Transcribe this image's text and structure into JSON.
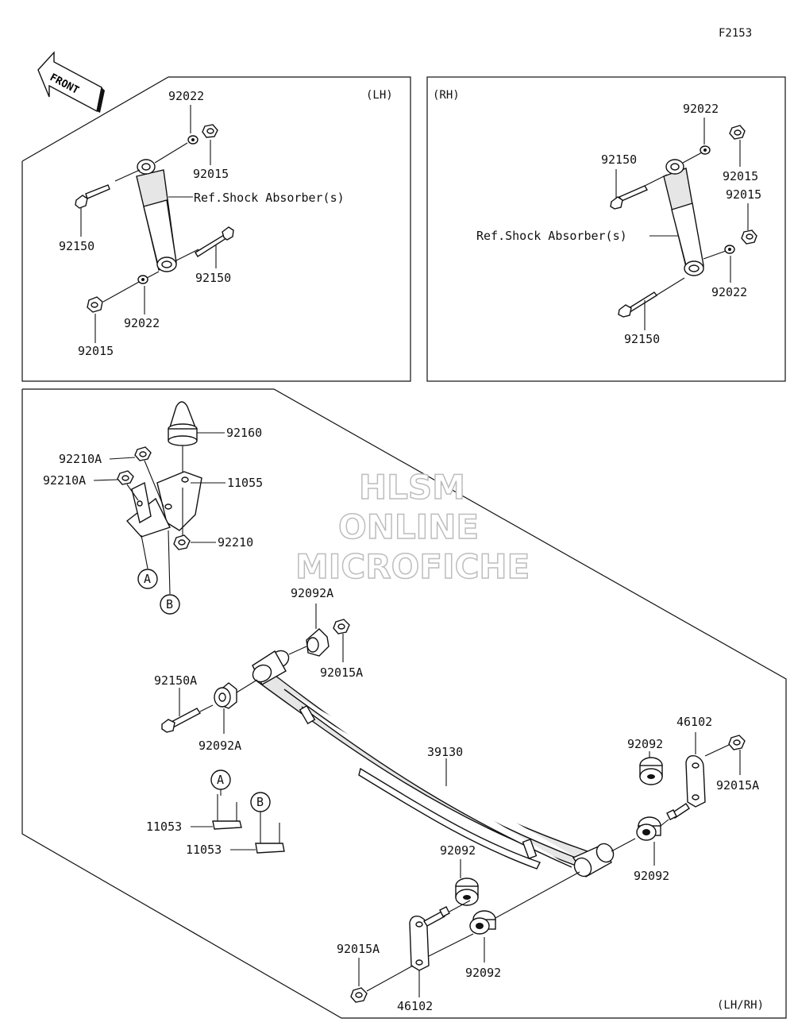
{
  "figure_code": "F2153",
  "front_label": "FRONT",
  "panels": {
    "lh": {
      "header": "(LH)"
    },
    "rh": {
      "header": "(RH)"
    },
    "bottom": {
      "header": "(LH/RH)"
    }
  },
  "ref_text": "Ref.Shock Absorber(s)",
  "watermark": [
    "HLSM",
    "ONLINE",
    "MICROFICHE"
  ],
  "callouts": {
    "a": "A",
    "b": "B"
  },
  "parts": {
    "p92022": "92022",
    "p92015": "92015",
    "p92150": "92150",
    "p92160": "92160",
    "p92210A": "92210A",
    "p11055": "11055",
    "p92210": "92210",
    "p92092A": "92092A",
    "p92015A": "92015A",
    "p92150A": "92150A",
    "p39130": "39130",
    "p46102": "46102",
    "p92092": "92092",
    "p11053": "11053"
  }
}
